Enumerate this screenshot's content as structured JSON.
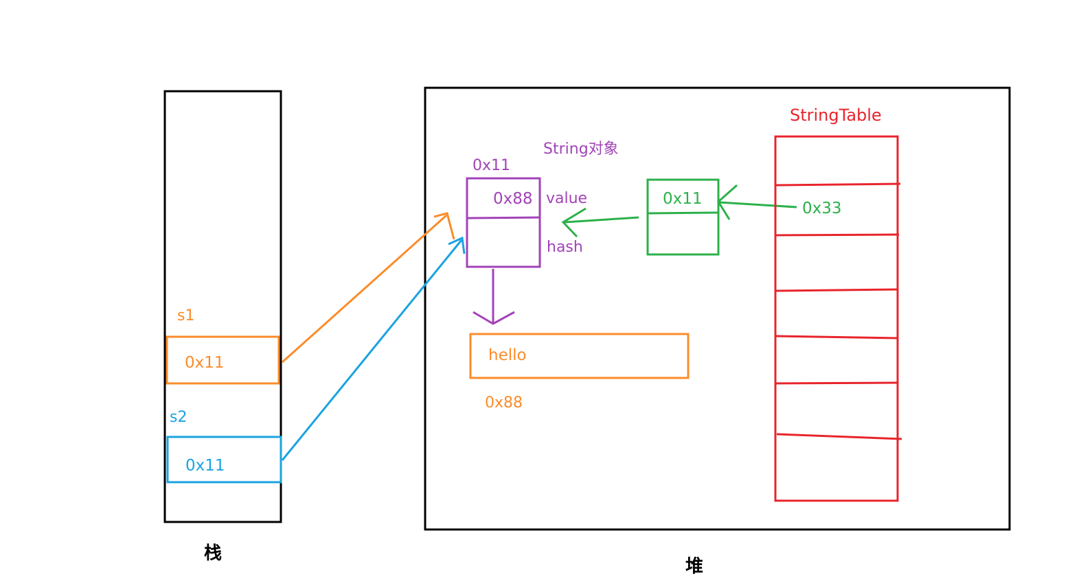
{
  "stack": {
    "label": "栈",
    "s1": {
      "name": "s1",
      "value": "0x11"
    },
    "s2": {
      "name": "s2",
      "value": "0x11"
    }
  },
  "heap": {
    "label": "堆",
    "string_object": {
      "title": "String对象",
      "address": "0x11",
      "value_field": "0x88",
      "value_label": "value",
      "hash_label": "hash"
    },
    "char_array": {
      "content": "hello",
      "address": "0x88"
    },
    "table_entry": {
      "value": "0x11"
    },
    "string_table": {
      "title": "StringTable",
      "entry_address": "0x33"
    }
  },
  "colors": {
    "black": "#000000",
    "orange": "#fb8c2a",
    "blue": "#1aa3e0",
    "purple": "#a243b8",
    "green": "#2bb14a",
    "red": "#e8242c"
  }
}
